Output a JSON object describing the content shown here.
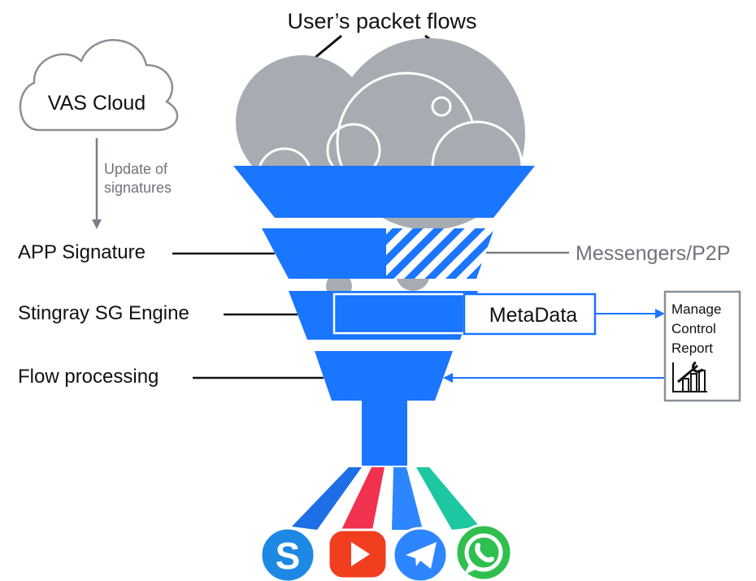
{
  "title": "User’s packet flows",
  "cloud": {
    "label": "VAS Cloud"
  },
  "update_arrow": {
    "line1": "Update of",
    "line2": "signatures"
  },
  "layers": {
    "app_signature": "APP Signature",
    "engine": "Stingray SG Engine",
    "flow": "Flow processing"
  },
  "messengers_label": "Messengers/P2P",
  "metadata_label": "MetaData",
  "mcr": {
    "line1": "Manage",
    "line2": "Control",
    "line3": "Report"
  },
  "colors": {
    "funnel_blue": "#1a75ff",
    "bubble_gray": "#a7acb2",
    "line_gray": "#7a7f86",
    "text_dark": "#111111",
    "text_gray": "#6f747b",
    "stream_blue_1": "#1e6ee6",
    "stream_red": "#f0324f",
    "stream_blue_2": "#2d86ff",
    "stream_teal": "#1dc7a1"
  },
  "app_icons": [
    "skype-icon",
    "youtube-icon",
    "telegram-icon",
    "whatsapp-icon"
  ]
}
